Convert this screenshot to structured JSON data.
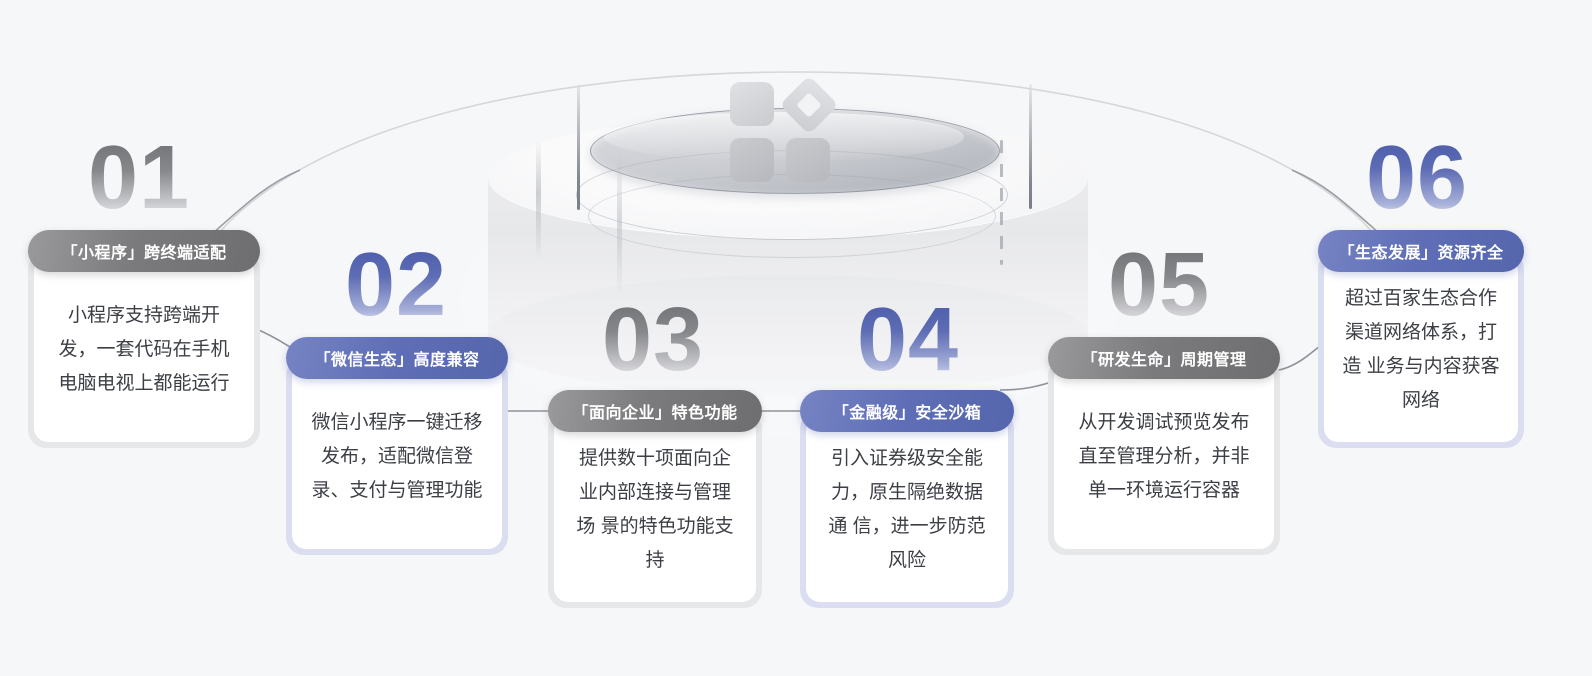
{
  "theme": {
    "background": "#f6f7f9",
    "gray_accent": "#6e6e70",
    "blue_accent": "#5566ad",
    "card_background": "#ffffff",
    "text_color": "#3c3f45"
  },
  "center_illustration": {
    "name": "3d-cylinder-platform",
    "logo": "four-shape-logo",
    "shapes": [
      "rounded-square",
      "diamond-outline",
      "rounded-square",
      "rounded-square"
    ]
  },
  "nodes": [
    {
      "index": "01",
      "accent": "gray",
      "badge": "「小程序」跨终端适配",
      "body": "小程序支持跨端开发，一套代码在手机电脑电视上都能运行"
    },
    {
      "index": "02",
      "accent": "blue",
      "badge": "「微信生态」高度兼容",
      "body": "微信小程序一键迁移发布，适配微信登录、支付与管理功能"
    },
    {
      "index": "03",
      "accent": "gray",
      "badge": "「面向企业」特色功能",
      "body": "提供数十项面向企业内部连接与管理场 景的特色功能支持"
    },
    {
      "index": "04",
      "accent": "blue",
      "badge": "「金融级」安全沙箱",
      "body": "引入证券级安全能力，原生隔绝数据通 信，进一步防范风险"
    },
    {
      "index": "05",
      "accent": "gray",
      "badge": "「研发生命」周期管理",
      "body": "从开发调试预览发布直至管理分析，并非单一环境运行容器"
    },
    {
      "index": "06",
      "accent": "blue",
      "badge": "「生态发展」资源齐全",
      "body": "超过百家生态合作渠道网络体系，打造 业务与内容获客网络"
    }
  ]
}
